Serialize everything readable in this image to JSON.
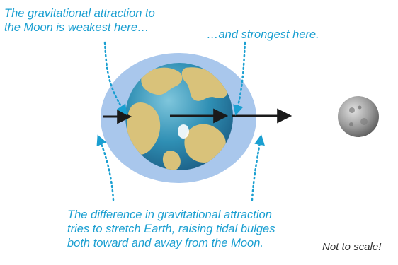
{
  "labels": {
    "weakest_line1": "The gravitational attraction to",
    "weakest_line2": "the Moon is weakest here…",
    "strongest": "…and strongest here.",
    "difference_line1": "The difference in gravitational attraction",
    "difference_line2": "tries to stretch Earth, raising tidal bulges",
    "difference_line3": "both toward and away from the Moon.",
    "scale_note": "Not to scale!"
  },
  "colors": {
    "annotation_text": "#1a9fd1",
    "tidal_bulge": "#a9c7ec",
    "ocean": "#2f8fb4",
    "land": "#d9c27a",
    "arrow": "#1a1a1a",
    "moon": "#9a9a9a"
  },
  "icons": {
    "earth": "earth-globe-icon",
    "moon": "moon-icon"
  }
}
